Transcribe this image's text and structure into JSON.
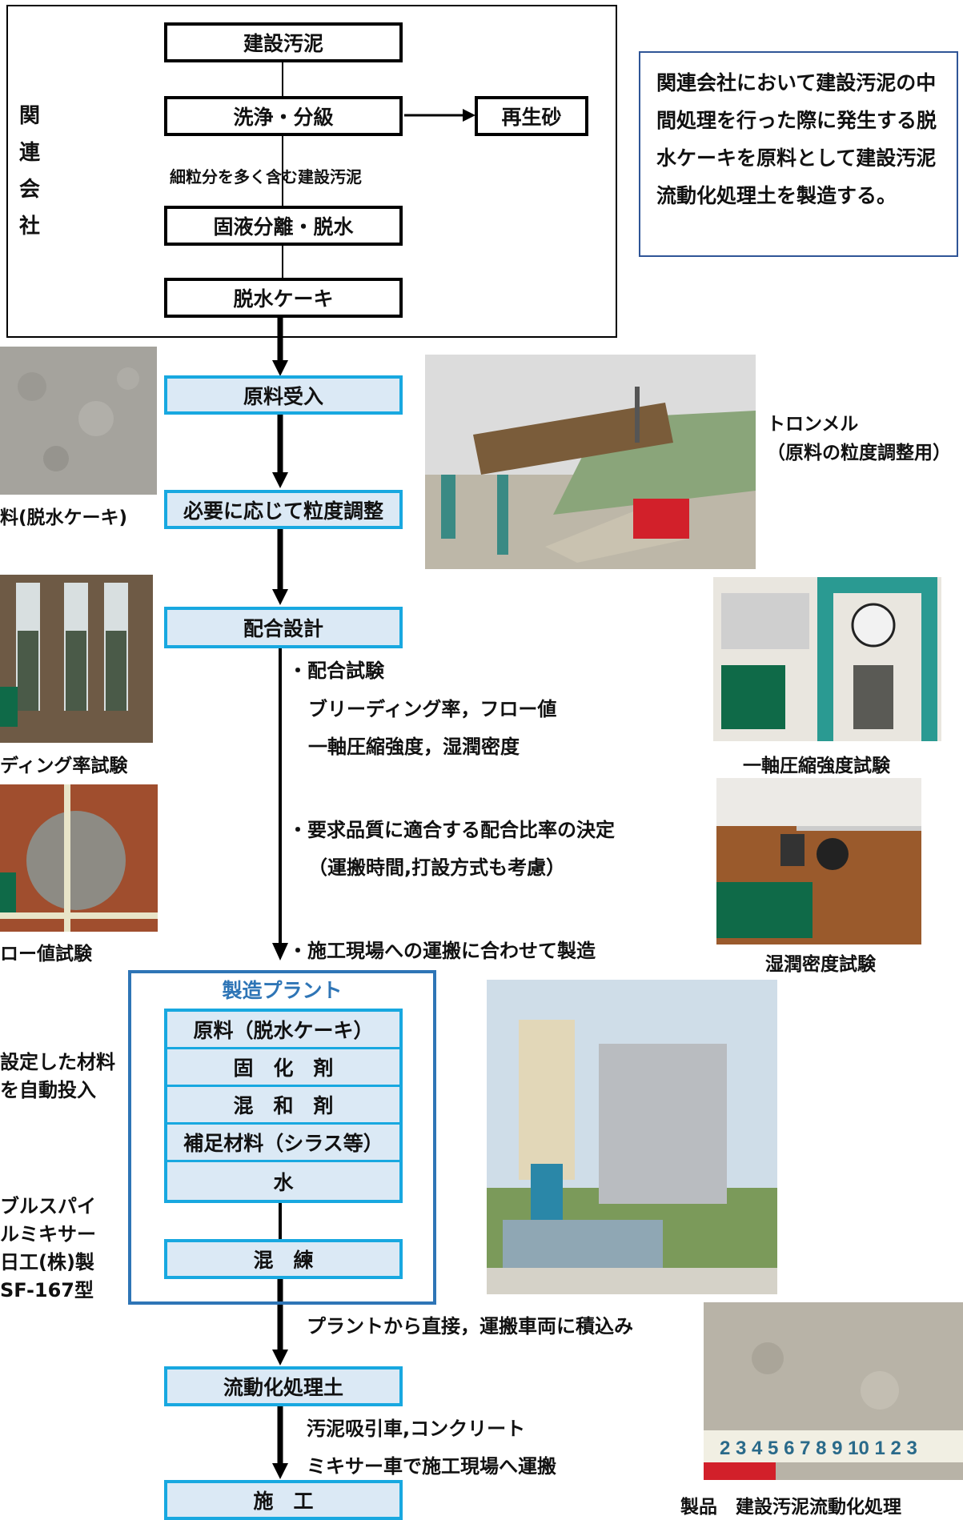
{
  "company_frame": {
    "side_label": [
      "関",
      "連",
      "会",
      "社"
    ],
    "steps": [
      "建設汚泥",
      "洗浄・分級",
      "固液分離・脱水",
      "脱水ケーキ"
    ],
    "branch": "再生砂",
    "edge_label": "細粒分を多く含む建設汚泥"
  },
  "note": "関連会社において建設汚泥の中間処理を行った際に発生する脱水ケーキを原料として建設汚泥流動化処理土を製造する。",
  "flow": {
    "receive": "原料受入",
    "adjust": "必要に応じて粒度調整",
    "mix_design": "配合設計",
    "fluid_soil": "流動化処理土",
    "construction": "施　工"
  },
  "mix_notes": {
    "test_title": "・配合試験",
    "test_items1": "ブリーディング率，フロー値",
    "test_items2": "一軸圧縮強度，湿潤密度",
    "ratio1": "・要求品質に適合する配合比率の決定",
    "ratio2": "（運搬時間,打設方式も考慮）",
    "produce": "・施工現場への運搬に合わせて製造"
  },
  "plant": {
    "title": "製造プラント",
    "rows": [
      "原料（脱水ケーキ）",
      "固　化　剤",
      "混　和　剤",
      "補足材料（シラス等）",
      "水"
    ],
    "kneading": "混　練"
  },
  "plant_side_text": [
    "設定した材料",
    "を自動投入"
  ],
  "mixer_text": [
    "ブルスパイ",
    "ルミキサー",
    "日工(株)製",
    "SF-167型"
  ],
  "load_text": "プラントから直接，運搬車両に積込み",
  "transport_text1": "汚泥吸引車,コンクリート",
  "transport_text2": "ミキサー車で施工現場へ運搬",
  "captions": {
    "raw": "料(脱水ケーキ)",
    "trommel1": "トロンメル",
    "trommel2": "（原料の粒度調整用）",
    "bleeding": "ディング率試験",
    "flow": "ロー値試験",
    "uniaxial": "一軸圧縮強度試験",
    "density": "湿潤密度試験",
    "product": "製品　建設汚泥流動化処理"
  },
  "tape_numbers": "2 3 4 5 6 7 8 9 10 1 2 3",
  "colors": {
    "box_fill": "#dbe9f5",
    "box_border": "#18a8e0",
    "plant_border": "#2e75b6",
    "note_border": "#2f5597"
  }
}
